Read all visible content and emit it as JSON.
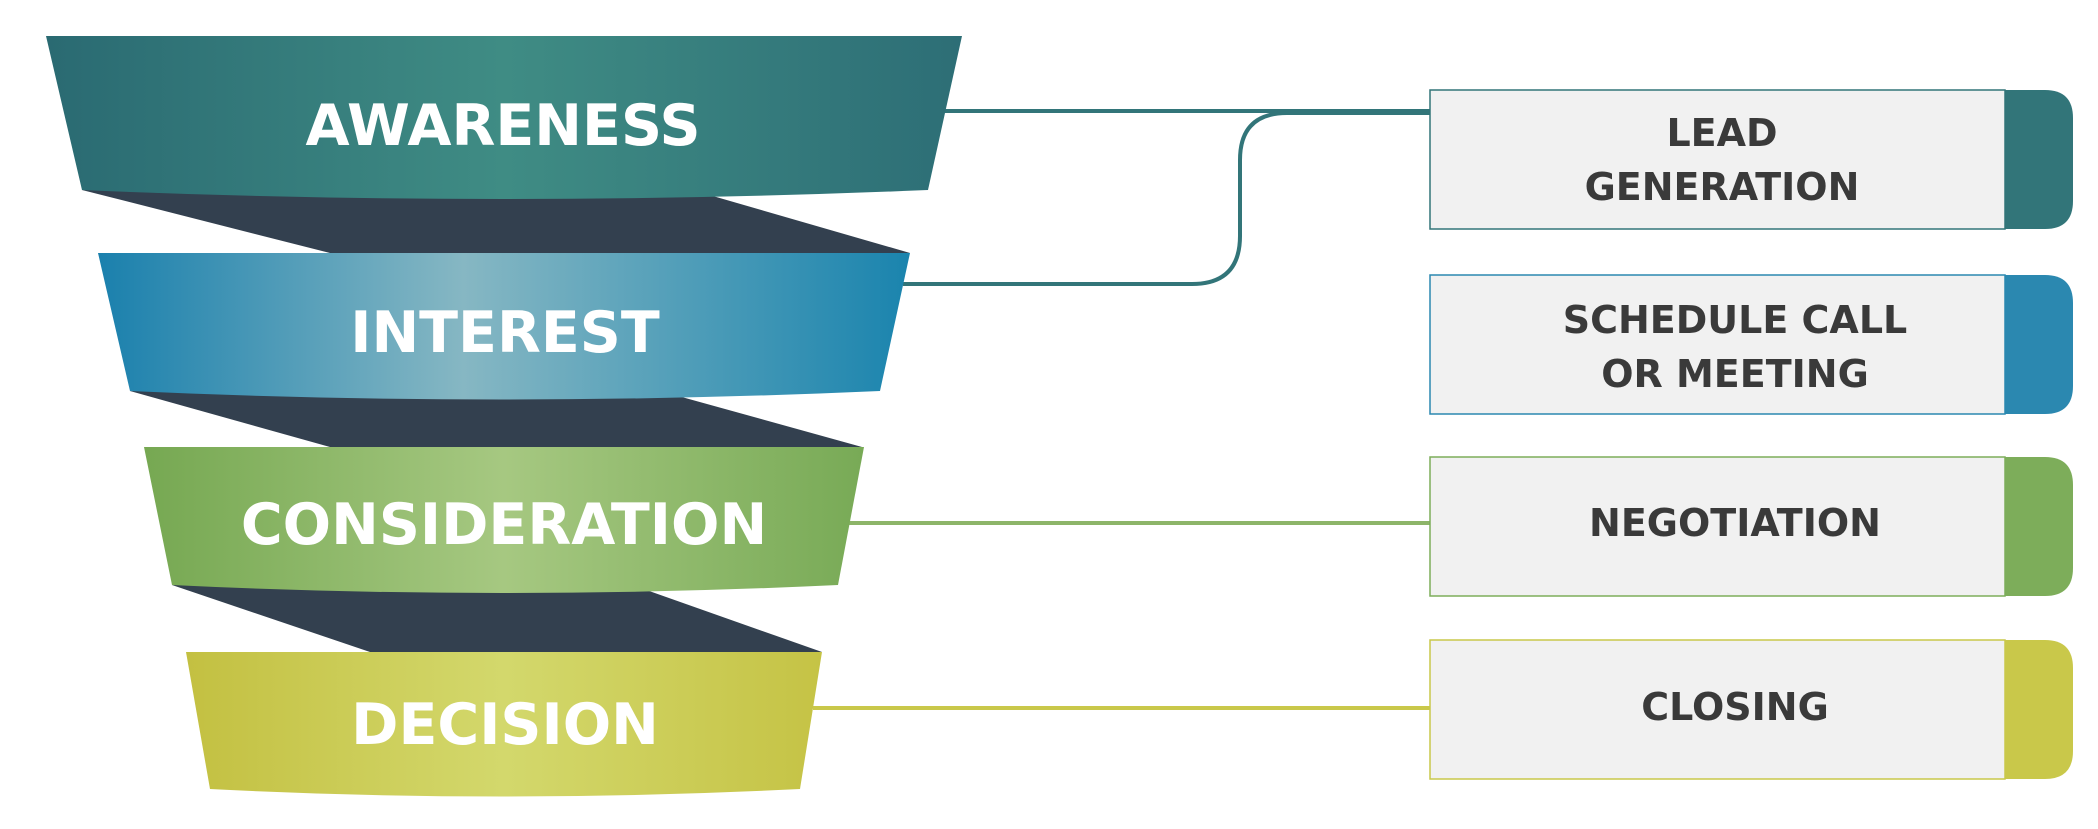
{
  "funnel": {
    "stages": [
      {
        "label": "AWARENESS",
        "color": "#2e7275",
        "color_light": "#3f8c84"
      },
      {
        "label": "INTEREST",
        "color": "#1f84ad",
        "color_light": "#7fb3c2"
      },
      {
        "label": "CONSIDERATION",
        "color": "#7aab55",
        "color_light": "#a5c77e"
      },
      {
        "label": "DECISION",
        "color": "#c4c343",
        "color_light": "#d4d86a"
      }
    ],
    "fold_color": "#33404f"
  },
  "outcomes": [
    {
      "lines": [
        "LEAD",
        "GENERATION"
      ],
      "accent": "#327579"
    },
    {
      "lines": [
        "SCHEDULE CALL",
        "OR MEETING"
      ],
      "accent": "#2b88b0"
    },
    {
      "lines": [
        "NEGOTIATION"
      ],
      "accent": "#7dad5a"
    },
    {
      "lines": [
        "CLOSING"
      ],
      "accent": "#c9c84a"
    }
  ]
}
